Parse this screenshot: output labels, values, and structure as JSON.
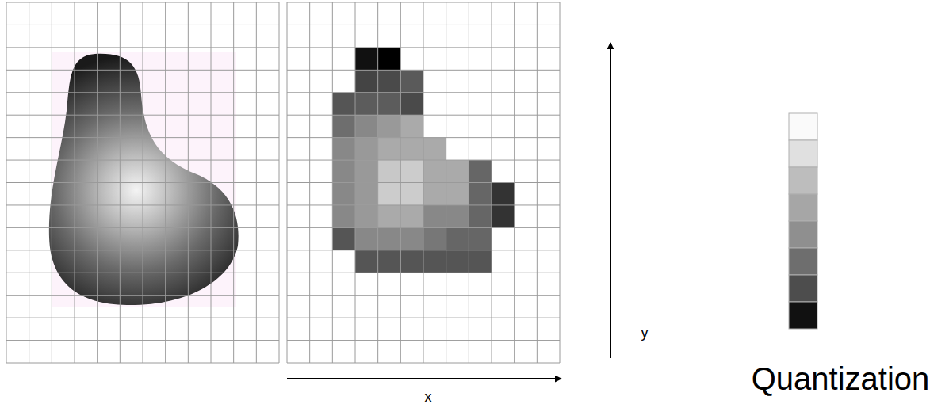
{
  "diagram": {
    "labels": [
      "y",
      "x",
      "Quantization"
    ]
  }
}
